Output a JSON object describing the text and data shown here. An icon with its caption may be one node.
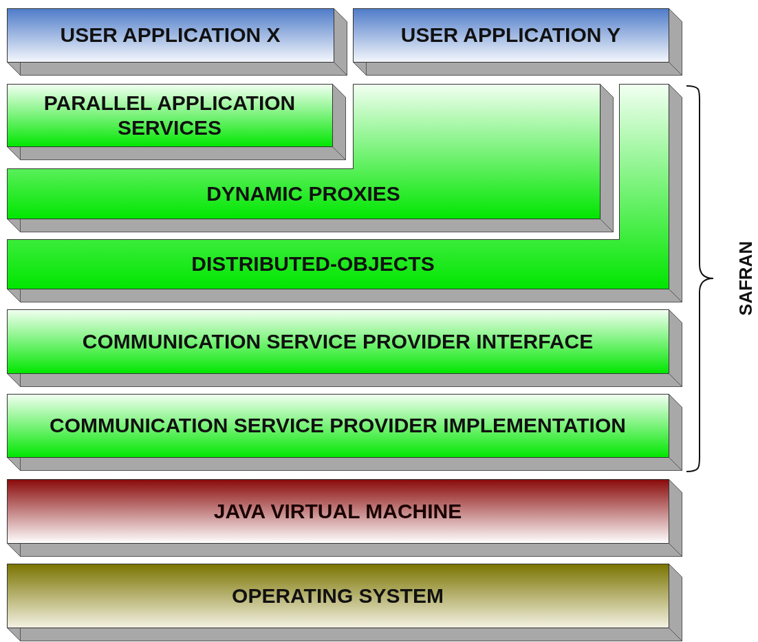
{
  "diagram": {
    "nodes": [
      {
        "text": [
          "USER APPLICATION X"
        ]
      },
      {
        "text": [
          "USER APPLICATION Y"
        ]
      },
      {
        "text": [
          "PARALLEL APPLICATION SERVICES"
        ]
      },
      {
        "text": [
          "DYNAMIC PROXIES"
        ]
      },
      {
        "text": [
          "DISTRIBUTED-OBJECTS"
        ]
      },
      {
        "text": [
          "COMMUNICATION SERVICE PROVIDER INTERFACE"
        ]
      },
      {
        "text": [
          "COMMUNICATION SERVICE PROVIDER IMPLEMENTATION"
        ]
      },
      {
        "text": [
          "JAVA VIRTUAL MACHINE"
        ]
      },
      {
        "text": [
          "OPERATING SYSTEM"
        ]
      }
    ],
    "edges": [],
    "labels": [
      "SAFRAN"
    ]
  }
}
